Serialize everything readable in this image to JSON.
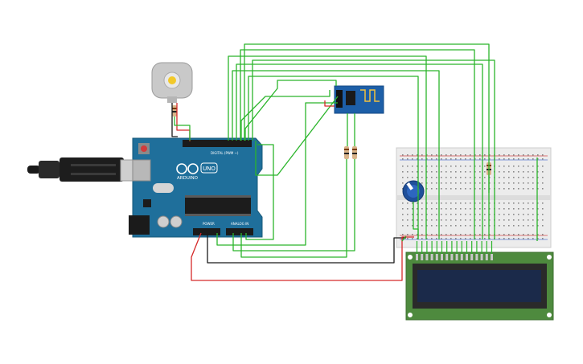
{
  "arduino": {
    "logo": "ARDUINO",
    "model": "UNO",
    "digital_label": "DIGITAL (PWM ~)",
    "power_label": "POWER",
    "analog_label": "ANALOG IN"
  },
  "components": {
    "motor": "dc-motor",
    "wifi_module": "esp8266-module",
    "lcd": "lcd-16x2",
    "potentiometer": "potentiometer",
    "breadboard": "breadboard",
    "usb_cable": "usb-cable"
  },
  "colors": {
    "board": "#1f6f9b",
    "wire_green": "#2bb52b",
    "wire_red": "#d52a2a",
    "wire_black": "#1a1a1a",
    "lcd_frame": "#4e8a3e",
    "lcd_screen": "#1b2a4a",
    "esp_board": "#1d5fa8",
    "breadboard": "#ececec"
  }
}
